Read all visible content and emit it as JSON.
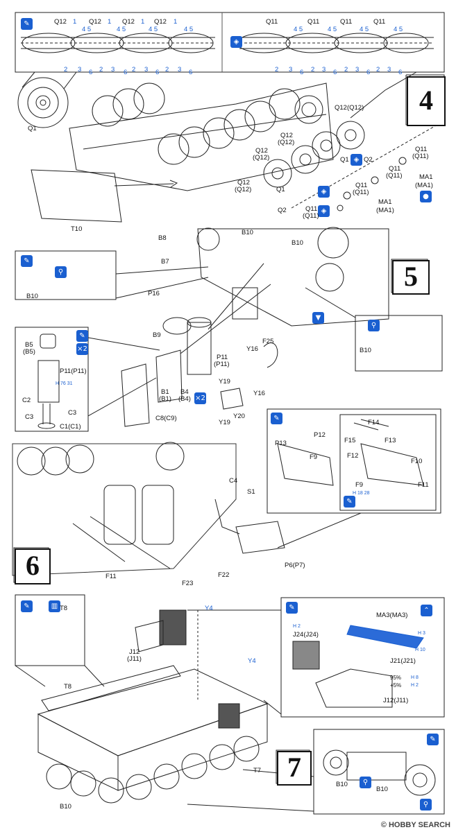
{
  "steps": {
    "s4": "4",
    "s5": "5",
    "s6": "6",
    "s7": "7"
  },
  "step4": {
    "tracks_left": [
      "Q12",
      "1",
      "4 5",
      "Q12",
      "1",
      "4 5",
      "Q12",
      "1",
      "4 5",
      "Q12",
      "1",
      "4 5"
    ],
    "tracks_left_bottom": [
      "2",
      "3",
      "6",
      "2",
      "3",
      "6",
      "2",
      "3",
      "6",
      "2",
      "3",
      "6"
    ],
    "tracks_right": [
      "Q11",
      "4 5",
      "Q11",
      "4 5",
      "Q11",
      "4 5",
      "Q11",
      "4 5"
    ],
    "tracks_right_bottom": [
      "2",
      "3",
      "6",
      "2",
      "3",
      "6",
      "2",
      "3",
      "6",
      "2",
      "3",
      "6"
    ],
    "q1": "Q1",
    "t10": "T10",
    "q12a": "Q12(Q12)",
    "q12b": "Q12",
    "q12b2": "(Q12)",
    "q12c": "Q12",
    "q12c2": "(Q12)",
    "q12d": "Q12",
    "q12d2": "(Q12)",
    "q1a": "Q1",
    "q2a": "Q2",
    "q1b": "Q1",
    "q2b": "Q2",
    "q11a": "Q11",
    "q11a2": "(Q11)",
    "q11b": "Q11",
    "q11b2": "(Q11)",
    "q11c": "Q11",
    "q11c2": "(Q11)",
    "q11d": "Q11",
    "q11d2": "(Q11)",
    "ma1a": "MA1",
    "ma1a2": "(MA1)",
    "ma1b": "MA1",
    "ma1b2": "(MA1)"
  },
  "step5": {
    "b8": "B8",
    "b7": "B7",
    "b10a": "B10",
    "b10b": "B10",
    "b10c": "B10",
    "b10d": "B10",
    "p16": "P16",
    "b9": "B9",
    "b5": "B5",
    "b5b": "(B5)",
    "p11a": "P11(P11)",
    "p11b": "P11",
    "p11b2": "(P11)",
    "hcode": "H 76 31",
    "c2": "C2",
    "c3a": "C3",
    "c3b": "C3",
    "c1": "C1(C1)",
    "b1": "B1",
    "b1b": "(B1)",
    "b4": "B4",
    "b4b": "(B4)",
    "c8": "C8(C9)",
    "y19a": "Y19",
    "y19b": "Y19",
    "y20": "Y20",
    "y16a": "Y16",
    "y16b": "Y16",
    "f25": "F25"
  },
  "step6": {
    "c4": "C4",
    "s1": "S1",
    "f11a": "F11",
    "f23": "F23",
    "f22": "F22",
    "p6": "P6(P7)",
    "p13": "P13",
    "p12a": "P12",
    "f9a": "F9",
    "f14": "F14",
    "f15": "F15",
    "f13": "F13",
    "f12": "F12",
    "f10": "F10",
    "f9b": "F9",
    "f11b": "F11",
    "hcode2": "H 18 28"
  },
  "step7": {
    "t8a": "T8",
    "t8b": "T8",
    "y4a": "Y4",
    "y4b": "Y4",
    "j12a": "J12",
    "j12a2": "(J11)",
    "ma3": "MA3(MA3)",
    "j24": "J24(J24)",
    "j21": "J21(J21)",
    "j12b": "J12(J11)",
    "pct1": "95%",
    "pct2": "+5%",
    "h2": "H 2",
    "h3": "H 3",
    "h10": "H 10",
    "h8": "H 8",
    "h2b": "H 2",
    "t7": "T7",
    "b10e": "B10",
    "b10f": "B10",
    "b10g": "B10"
  },
  "watermark": "© HOBBY SEARCH",
  "colors": {
    "accent": "#1a5fd0",
    "line": "#111111"
  }
}
